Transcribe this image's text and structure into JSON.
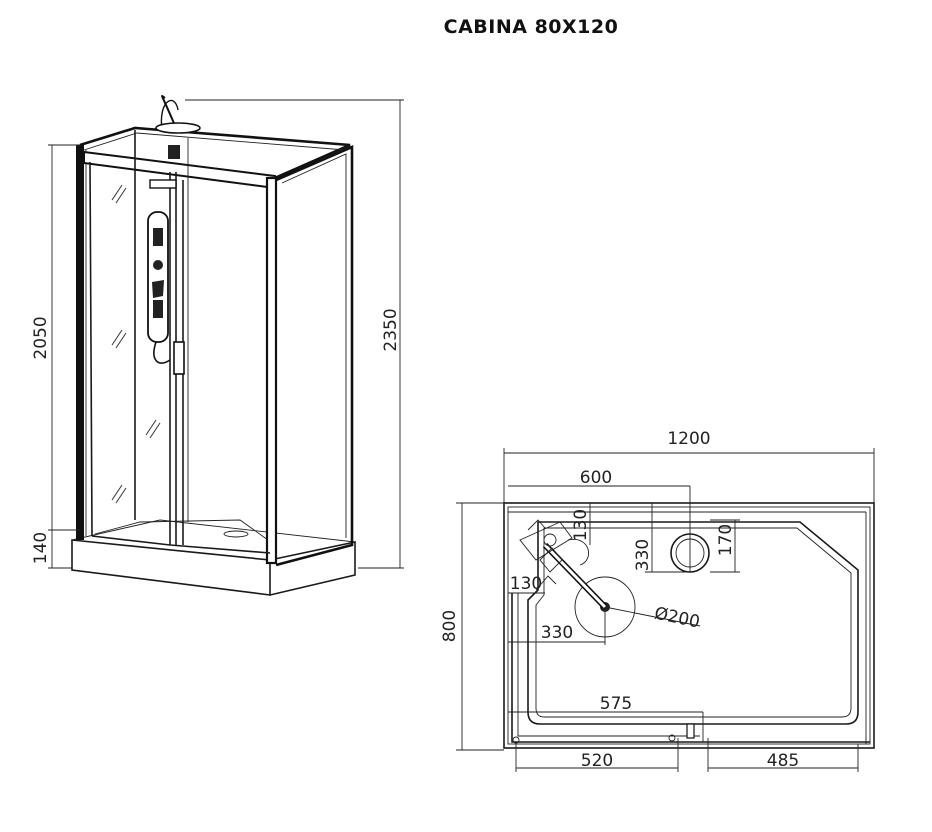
{
  "title": "CABINA 80X120",
  "elevation_view": {
    "dims": {
      "cabin_height": "2050",
      "tray_height": "140",
      "total_height": "2350"
    }
  },
  "plan_view": {
    "dims": {
      "total_width": "1200",
      "drain_x": "600",
      "drain_y": "330",
      "corner_offset_y": "130",
      "drain_ring": "170",
      "corner_offset_x": "130",
      "seat_x": "330",
      "diameter": "Ø200",
      "depth": "800",
      "door_center": "575",
      "left_panel": "520",
      "right_panel": "485"
    }
  }
}
